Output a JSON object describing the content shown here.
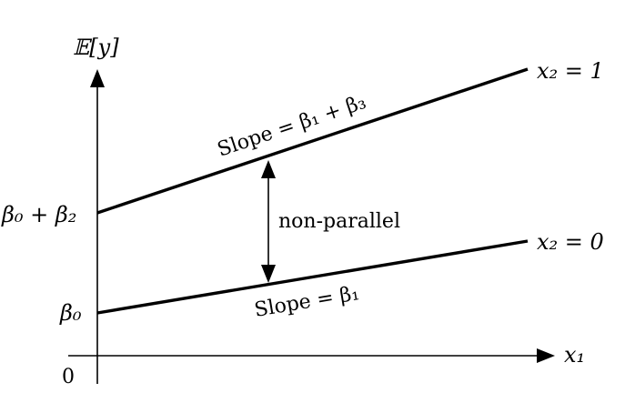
{
  "axes": {
    "y_label": "𝔼[y]",
    "x_label": "x₁",
    "origin_label": "0"
  },
  "intercepts": {
    "upper": "β₀ + β₂",
    "lower": "β₀"
  },
  "lines": {
    "upper_label": "x₂ = 1",
    "lower_label": "x₂ = 0",
    "upper_slope": "Slope = β₁ + β₃",
    "lower_slope": "Slope = β₁"
  },
  "gap_annotation": "non-parallel"
}
